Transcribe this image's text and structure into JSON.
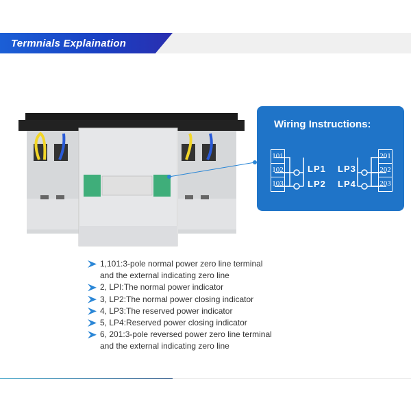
{
  "header": {
    "title": "Termnials Explaination"
  },
  "wiring": {
    "title": "Wiring Instructions:",
    "left_terminals": [
      "101",
      "102",
      "103"
    ],
    "right_terminals": [
      "201",
      "202",
      "203"
    ],
    "lamps": [
      "LP1",
      "LP2",
      "LP3",
      "LP4"
    ]
  },
  "list": [
    {
      "text": "1,101:3-pole normal power zero line terminal",
      "cont": "and the external indicating zero line"
    },
    {
      "text": "2, LPI:The normal power indicator"
    },
    {
      "text": "3, LP2:The normal power closing indicator"
    },
    {
      "text": "4, LP3:The reserved power indicator"
    },
    {
      "text": "5, LP4:Reserved power closing indicator"
    },
    {
      "text": "6, 201:3-pole reversed power zero line terminal",
      "cont": "and the external indicating zero line"
    }
  ],
  "colors": {
    "accent": "#1f74c8",
    "banner": "#1b5fd6"
  }
}
